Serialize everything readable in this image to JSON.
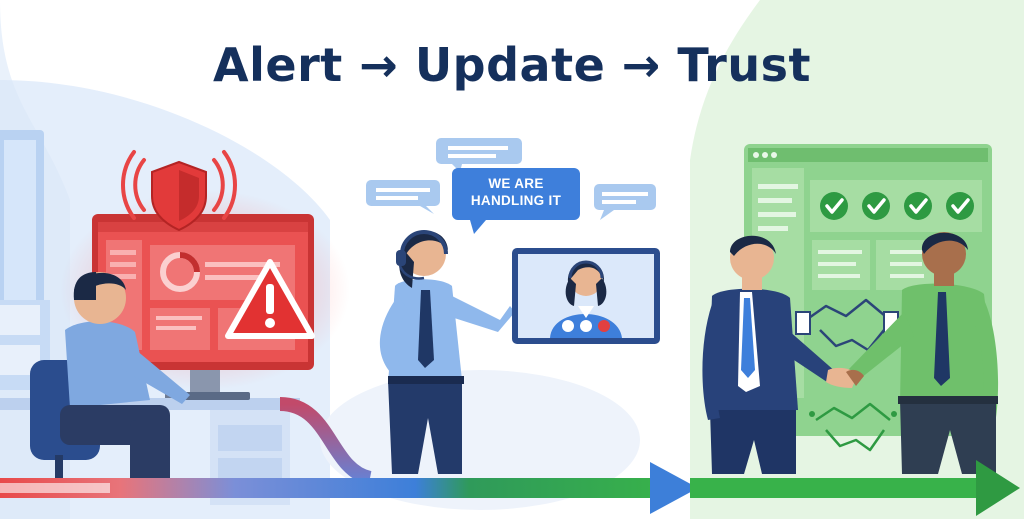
{
  "title": "Alert → Update → Trust",
  "speech_bubble": {
    "line1": "WE ARE",
    "line2": "HANDLING IT"
  },
  "colors": {
    "title": "#15305c",
    "alert": "#e8413b",
    "update": "#4a86d8",
    "trust": "#3faa4e"
  },
  "icons": [
    "shield-icon",
    "warning-icon",
    "check-icon",
    "handshake-icon",
    "headset-icon",
    "chat-bubble-icon",
    "progress-arrow-icon"
  ]
}
